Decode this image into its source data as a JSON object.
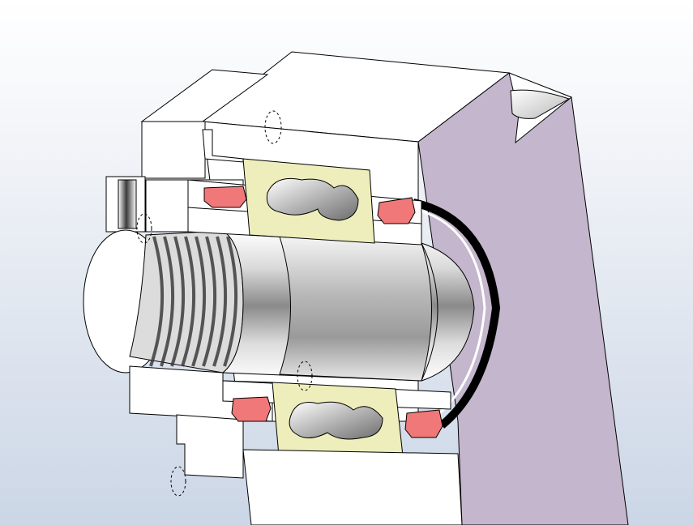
{
  "view": {
    "kind": "cad-section-view",
    "colors": {
      "background_top": "#ffffff",
      "background_bottom": "#cbd6e6",
      "housing": "#ffffff",
      "housing_side": "#c4b6cc",
      "bearing_race": "#eeeebc",
      "seal": "#f07878",
      "edge": "#000000"
    },
    "parts": [
      "housing-block",
      "housing-side-face",
      "flange-plate",
      "lower-flange-plate",
      "threaded-shaft-bore",
      "threaded-plug-hole",
      "shaft-sleeve",
      "upper-bearing",
      "lower-bearing",
      "upper-left-seal",
      "upper-right-seal",
      "lower-left-seal",
      "lower-right-seal",
      "retaining-ring",
      "counterbore-pocket"
    ]
  }
}
